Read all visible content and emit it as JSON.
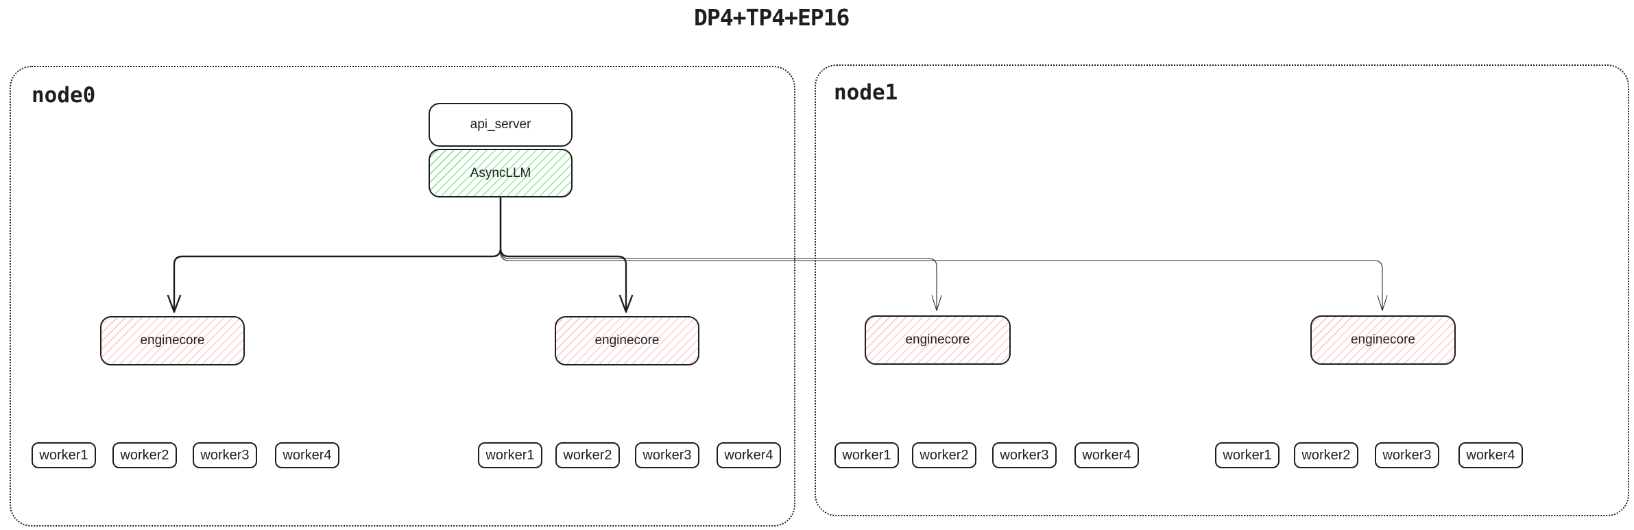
{
  "title": "DP4+TP4+EP16",
  "colors": {
    "background": "#ffffff",
    "stroke": "#1e1e1e",
    "async_llm_hatch": "#8ce99a",
    "enginecore_hatch": "#ffc9c9"
  },
  "nodes": [
    {
      "label": "node0",
      "stack": {
        "api_server": "api_server",
        "async_llm": "AsyncLLM"
      },
      "enginecores": [
        {
          "label": "enginecore",
          "workers": [
            "worker1",
            "worker2",
            "worker3",
            "worker4"
          ]
        },
        {
          "label": "enginecore",
          "workers": [
            "worker1",
            "worker2",
            "worker3",
            "worker4"
          ]
        }
      ]
    },
    {
      "label": "node1",
      "enginecores": [
        {
          "label": "enginecore",
          "workers": [
            "worker1",
            "worker2",
            "worker3",
            "worker4"
          ]
        },
        {
          "label": "enginecore",
          "workers": [
            "worker1",
            "worker2",
            "worker3",
            "worker4"
          ]
        }
      ]
    }
  ]
}
